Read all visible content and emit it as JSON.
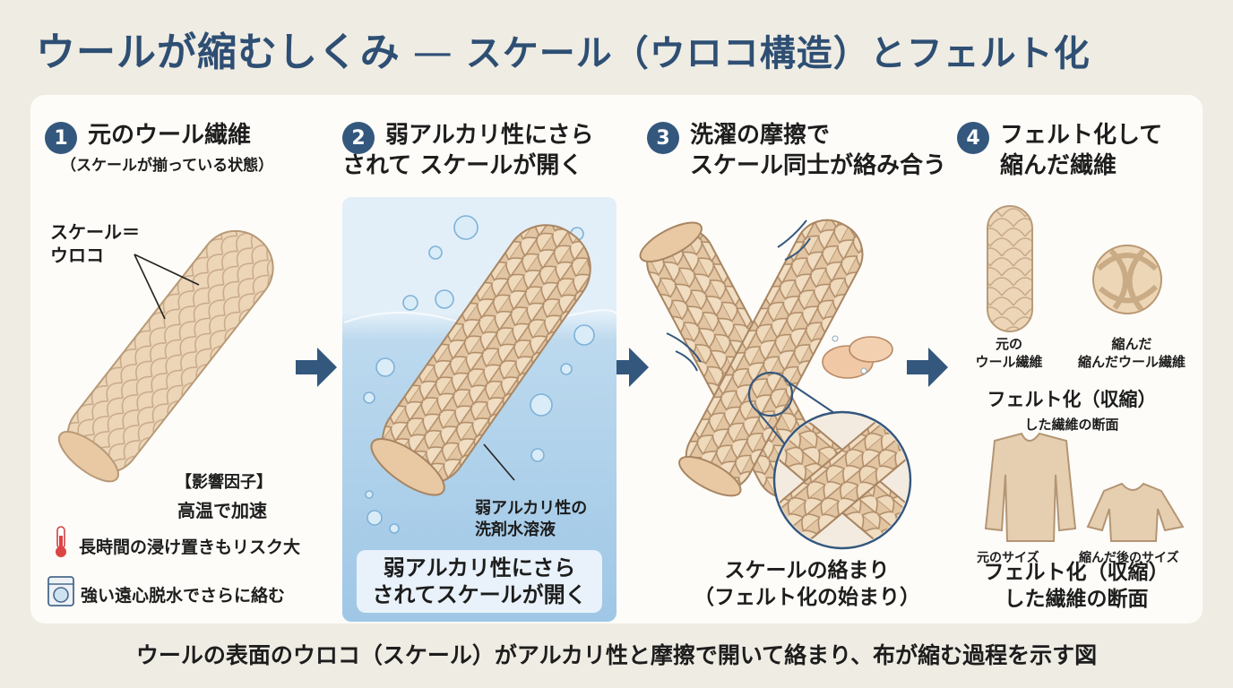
{
  "title": {
    "main": "ウールが縮むしくみ",
    "dash": "—",
    "sub": "スケール（ウロコ構造）とフェルト化"
  },
  "steps": [
    {
      "num": "1",
      "title": "元のウール繊維",
      "subtitle": "（スケールが揃っている状態）"
    },
    {
      "num": "2",
      "title_line1": "弱アルカリ性にさら",
      "title_line2": "されて スケールが開く"
    },
    {
      "num": "3",
      "title_line1": "洗濯の摩擦で",
      "title_line2": "スケール同士が絡み合う"
    },
    {
      "num": "4",
      "title_line1": "フェルト化して",
      "title_line2": "縮んだ繊維"
    }
  ],
  "step1": {
    "scale_label_line1": "スケール＝",
    "scale_label_line2": "ウロコ",
    "factors_heading": "【影響因子】",
    "factor_heat": "高温で加速",
    "factor_soak": "長時間の浸け置きもリスク大",
    "factor_spin": "強い遠心脱水でさらに絡む"
  },
  "step2": {
    "solution_line1": "弱アルカリ性の",
    "solution_line2": "洗剤水溶液",
    "caption_line1": "弱アルカリ性にさら",
    "caption_line2": "されてスケールが開く"
  },
  "step3": {
    "caption_line1": "スケールの絡まり",
    "caption_line2": "（フェルト化の始まり）"
  },
  "step4": {
    "orig_fiber_line1": "元の",
    "orig_fiber_line2": "ウール繊維",
    "shrunk_fiber_line1": "縮んだ",
    "shrunk_fiber_line2": "縮んだウール繊維",
    "felt_label_line1": "フェルト化（収縮）",
    "felt_label_line2": "した繊維の断面",
    "orig_size": "元のサイズ",
    "shrunk_size": "縮んだ後のサイズ",
    "bottom_label_line1": "フェルト化（収縮）",
    "bottom_label_line2": "した繊維の断面"
  },
  "footer": "ウールの表面のウロコ（スケール）がアルカリ性と摩擦で開いて絡まり、布が縮む過程を示す図",
  "colors": {
    "title": "#2e4f73",
    "badge": "#34577d",
    "fiber": "#edd6b8",
    "fiber_line": "#b89a78",
    "water": "#a8cde8"
  }
}
